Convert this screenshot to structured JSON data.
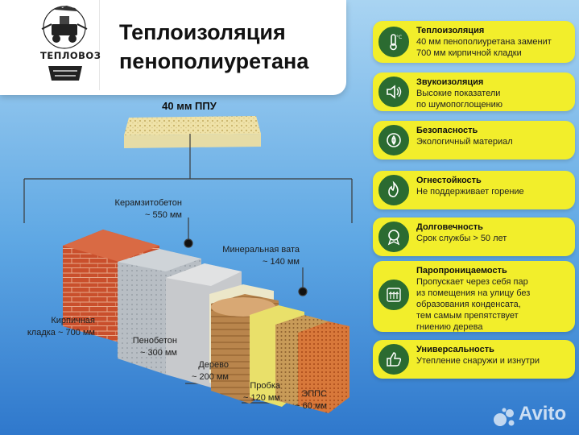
{
  "logo": {
    "name": "ТЕПЛОВОЗ"
  },
  "title": {
    "line1": "Теплоизоляция",
    "line2": "пенополиуретана"
  },
  "ppu_label": "40 мм ППУ",
  "materials": [
    {
      "name": "Керамзитобетон",
      "value": "~ 550 мм"
    },
    {
      "name": "Минеральная вата",
      "value": "~ 140 мм"
    },
    {
      "name": "Кирпичная",
      "value": "кладка ~ 700 мм"
    },
    {
      "name": "Пенобетон",
      "value": "~ 300 мм"
    },
    {
      "name": "Дерево",
      "value": "~ 200 мм"
    },
    {
      "name": "Пробка",
      "value": "~ 120 мм"
    },
    {
      "name": "ЭППС",
      "value": "~ 60 мм"
    }
  ],
  "features": [
    {
      "icon": "thermometer-icon",
      "title": "Теплоизоляция",
      "lines": [
        "40 мм пенополиуретана заменит",
        "700 мм кирпичной кладки"
      ]
    },
    {
      "icon": "sound-icon",
      "title": "Звукоизоляция",
      "lines": [
        "Высокие показатели",
        "по шумопоглощению"
      ]
    },
    {
      "icon": "eco-leaf-icon",
      "title": "Безопасность",
      "lines": [
        "Экологичный материал"
      ]
    },
    {
      "icon": "flame-icon",
      "title": "Огнестойкость",
      "lines": [
        "Не поддерживает горение"
      ]
    },
    {
      "icon": "medal-icon",
      "title": "Долговечность",
      "lines": [
        "Срок службы > 50 лет"
      ]
    },
    {
      "icon": "vapor-icon",
      "title": "Паропроницаемость",
      "lines": [
        "Пропускает через себя пар",
        "из помещения на улицу без",
        "образования конденсата,",
        "тем самым препятствует",
        "гниению дерева"
      ]
    },
    {
      "icon": "thumbs-up-icon",
      "title": "Универсальность",
      "lines": [
        "Утепление снаружи и изнутри"
      ]
    }
  ],
  "watermark": "Avito",
  "colors": {
    "accent_yellow": "#f2ee2b",
    "icon_green": "#2b6b31"
  }
}
